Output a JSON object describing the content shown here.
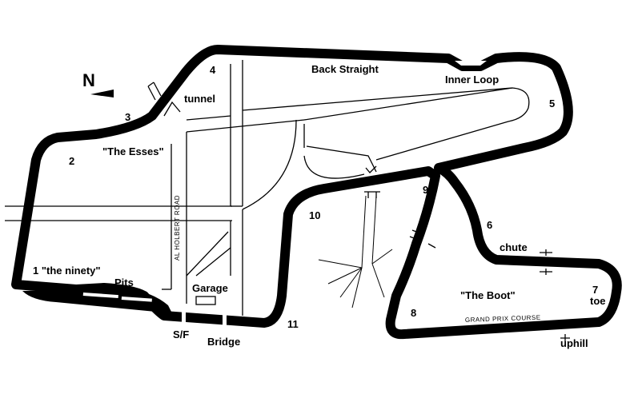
{
  "compass": {
    "letter": "N",
    "icon": "north-arrow-icon"
  },
  "labels": {
    "back_straight": "Back Straight",
    "inner_loop": "Inner Loop",
    "tunnel": "tunnel",
    "esses": "\"The Esses\"",
    "ninety": "1 \"the ninety\"",
    "pits": "Pits",
    "garage": "Garage",
    "start_finish": "S/F",
    "bridge": "Bridge",
    "chute": "chute",
    "boot": "\"The Boot\"",
    "toe": "toe",
    "uphill": "uphill",
    "grand_prix_course": "GRAND PRIX COURSE",
    "road_name": "AL HOLBERT ROAD"
  },
  "turns": [
    "1",
    "2",
    "3",
    "4",
    "5",
    "6",
    "7",
    "8",
    "9",
    "10",
    "11"
  ],
  "colors": {
    "track": "#000000",
    "roads": "#000000",
    "background": "#ffffff"
  }
}
